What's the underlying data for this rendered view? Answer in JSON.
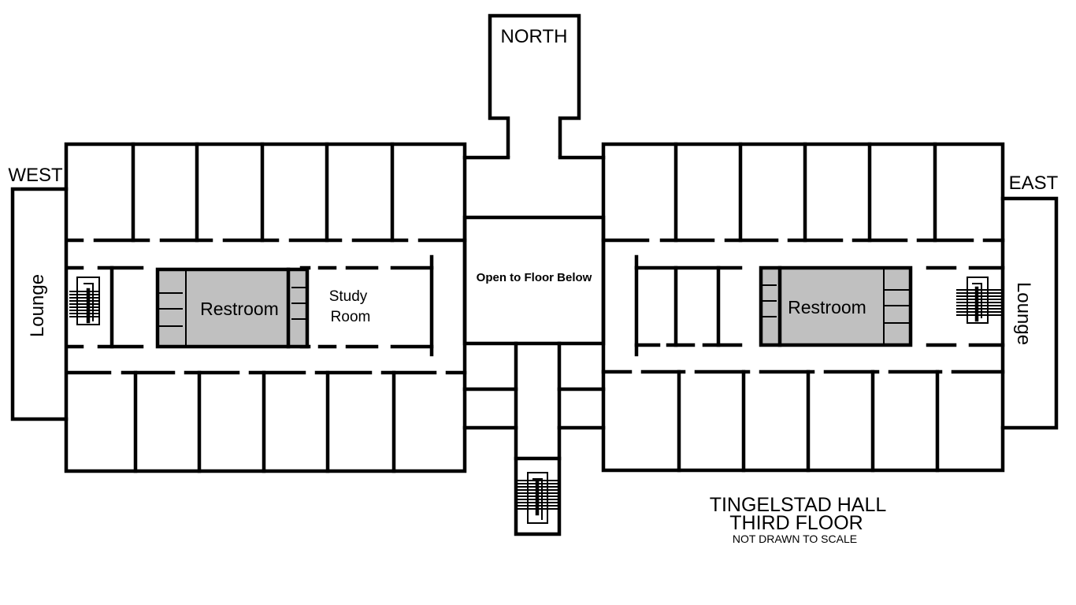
{
  "compass": {
    "north": "NORTH",
    "west": "WEST",
    "east": "EAST"
  },
  "rooms": {
    "west_lounge": "Lounge",
    "east_lounge": "Lounge",
    "west_restroom": "Restroom",
    "east_restroom": "Restroom",
    "study_line1": "Study",
    "study_line2": "Room",
    "open_area": "Open to Floor Below"
  },
  "title": {
    "building": "TINGELSTAD HALL",
    "floor": "THIRD FLOOR",
    "note": "NOT DRAWN TO SCALE"
  },
  "colors": {
    "wall": "#000000",
    "restroom_fill": "#c0c0c0",
    "background": "#ffffff"
  }
}
